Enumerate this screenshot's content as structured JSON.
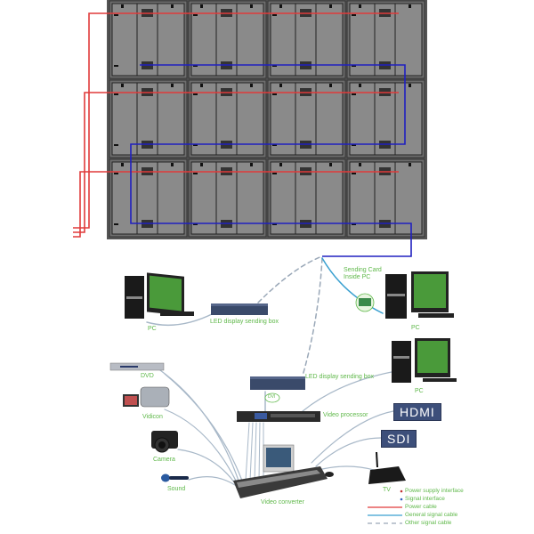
{
  "diagram": {
    "title": "LED display system connection diagram",
    "cabinet_grid": {
      "rows": 3,
      "columns": 4
    },
    "colors": {
      "cabinet_fill": "#8a8a8a",
      "cabinet_border": "#333333",
      "power_cable": "#e03a3a",
      "signal_cable_cabinet": "#2020c0",
      "general_signal_cable": "#3aa0d0",
      "other_signal_cable": "#9aa8b8",
      "label_text": "#5fb84a",
      "badge_fill": "#3d4f7a"
    },
    "devices": {
      "pc_left": {
        "label": "PC"
      },
      "sending_box_top": {
        "label": "LED display sending box"
      },
      "sending_card_pc": {
        "label_line1": "Sending Card",
        "label_line2": "Inside PC",
        "pc_label": "PC"
      },
      "dvd": {
        "label": "DVD"
      },
      "vidicon": {
        "label": "Vidicon"
      },
      "camera": {
        "label": "Camera"
      },
      "sound": {
        "label": "Sound"
      },
      "sending_box_mid": {
        "label": "LED display sending box"
      },
      "dvi": {
        "label": "DVI"
      },
      "video_processor": {
        "label": "Video processor"
      },
      "pc_right": {
        "label": "PC"
      },
      "hdmi": {
        "label": "HDMI"
      },
      "sdi": {
        "label": "SDI"
      },
      "tv": {
        "label": "TV"
      },
      "video_converter": {
        "label": "Video converter"
      }
    },
    "legend": [
      {
        "symbol": "red-dot",
        "label": "Power supply interface"
      },
      {
        "symbol": "blue-dot",
        "label": "Signal interface"
      },
      {
        "symbol": "red-line",
        "label": "Power cable"
      },
      {
        "symbol": "blue-line",
        "label": "General signal cable"
      },
      {
        "symbol": "dashed-line",
        "label": "Other signal cable"
      }
    ]
  }
}
